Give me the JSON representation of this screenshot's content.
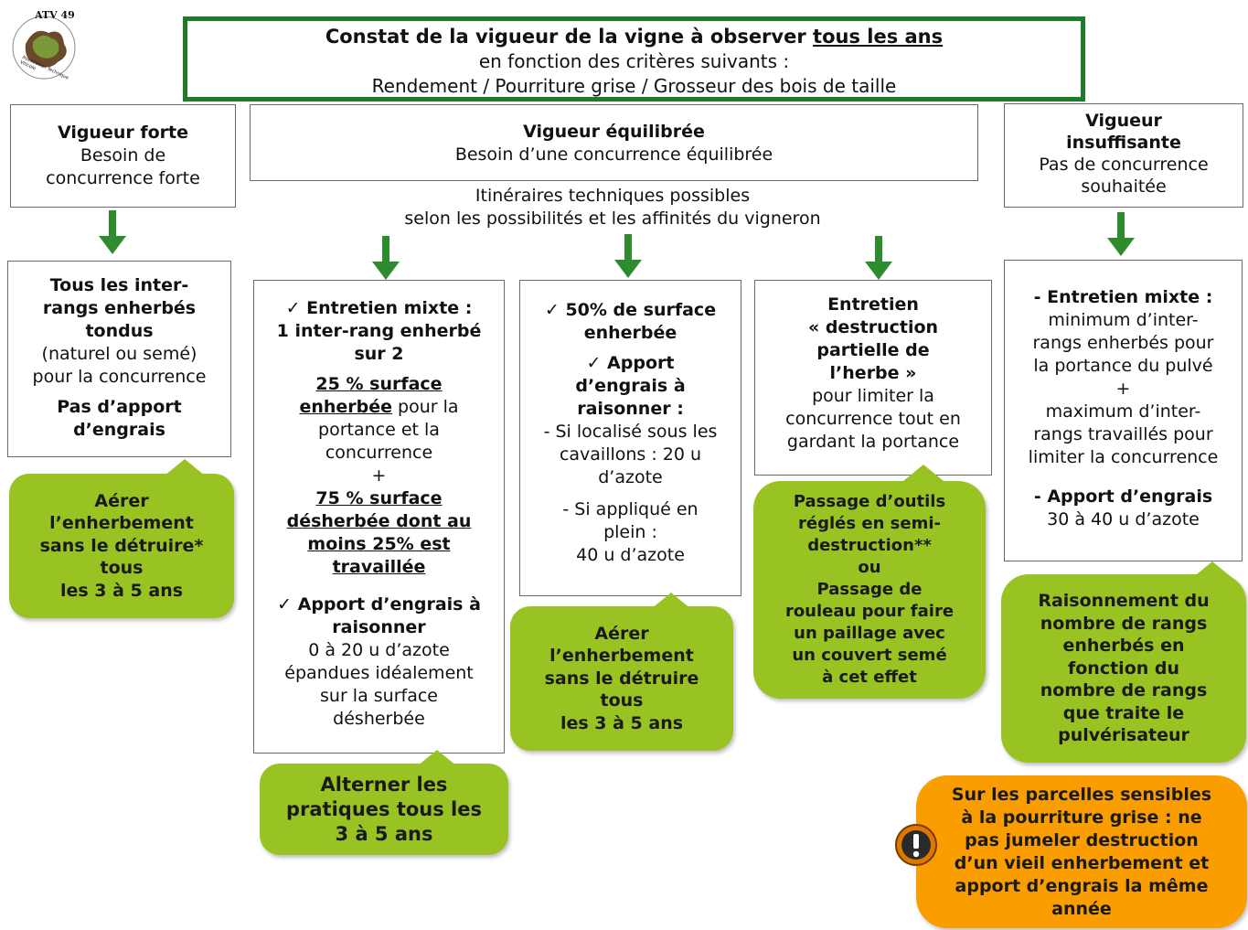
{
  "logo": {
    "text": "ATV 49",
    "subtext": "Association Technique Viticole"
  },
  "header": {
    "line1_part1": "Constat de la vigueur de la vigne à observer ",
    "line1_part2": "tous les ans",
    "line2": "en fonction des critères suivants :",
    "line3": "Rendement  / Pourriture grise / Grosseur des bois de taille"
  },
  "vigor": {
    "forte": {
      "title": "Vigueur forte",
      "line1": "Besoin de",
      "line2": "concurrence forte"
    },
    "equilibree": {
      "title": "Vigueur équilibrée",
      "line1": "Besoin d’une concurrence équilibrée"
    },
    "insuffisante": {
      "title1": "Vigueur",
      "title2": "insuffisante",
      "line1": "Pas de concurrence",
      "line2": "souhaitée"
    }
  },
  "itineraires": {
    "line1": "Itinéraires  techniques possibles",
    "line2": "selon les possibilités et les affinités du vigneron"
  },
  "col1": {
    "l1": "Tous les inter-",
    "l2": "rangs enherbés",
    "l3": "tondus",
    "l4": "(naturel ou semé)",
    "l5": "pour la concurrence",
    "l6": "Pas d’apport",
    "l7": "d’engrais",
    "bubble": {
      "l1": "Aérer",
      "l2": "l’enherbement",
      "l3": "sans le détruire*",
      "l4": "tous",
      "l5": "les 3 à 5 ans"
    }
  },
  "col2": {
    "l1": "✓  Entretien mixte :",
    "l2": "1 inter-rang enherbé",
    "l3": "sur 2",
    "l4a": "25 % surface",
    "l5a": "enherbée",
    "l5b": " pour la",
    "l6": "portance et la",
    "l7": "concurrence",
    "plus": "+",
    "l8": "75 % surface",
    "l9": "désherbée dont au",
    "l10": "moins 25% est",
    "l11": "travaillée",
    "l12": "✓ Apport d’engrais à",
    "l13": "raisonner",
    "l14": "0 à 20 u d’azote",
    "l15": "épandues idéalement",
    "l16": "sur la surface",
    "l17": "désherbée",
    "bubble": {
      "l1": "Alterner les",
      "l2": "pratiques tous les",
      "l3": "3 à 5 ans"
    }
  },
  "col3": {
    "l1": "✓ 50% de surface",
    "l2": "enherbée",
    "l3": "✓ Apport",
    "l4": "d’engrais à",
    "l5": "raisonner :",
    "l6": "- Si localisé sous les",
    "l7": "cavaillons : 20 u",
    "l8": "d’azote",
    "l9": "- Si appliqué en",
    "l10": "plein :",
    "l11": "40 u d’azote",
    "bubble": {
      "l1": "Aérer",
      "l2": "l’enherbement",
      "l3": "sans le détruire",
      "l4": "tous",
      "l5": "les 3 à 5 ans"
    }
  },
  "col4": {
    "l1": "Entretien",
    "l2": "« destruction",
    "l3": "partielle de",
    "l4": "l’herbe »",
    "l5": "pour limiter la",
    "l6": "concurrence tout en",
    "l7": "gardant la portance",
    "bubble": {
      "l1": "Passage d’outils",
      "l2": "réglés en semi-",
      "l3": "destruction**",
      "l4": "ou",
      "l5": "Passage de",
      "l6": "rouleau pour faire",
      "l7": "un paillage avec",
      "l8": "un couvert semé",
      "l9": "à cet effet"
    }
  },
  "col5": {
    "l1": "- Entretien mixte :",
    "l2": "minimum d’inter-",
    "l3": "rangs enherbés pour",
    "l4": "la portance du pulvé",
    "plus": "+",
    "l5": "maximum d’inter-",
    "l6": "rangs travaillés pour",
    "l7": "limiter la concurrence",
    "l8": "- Apport d’engrais",
    "l9": "30 à 40 u d’azote",
    "bubble": {
      "l1": "Raisonnement du",
      "l2": "nombre de rangs",
      "l3": "enherbés en",
      "l4": "fonction du",
      "l5": "nombre de rangs",
      "l6": "que traite le",
      "l7": "pulvérisateur"
    }
  },
  "warning": {
    "icon": "exclamation-icon",
    "l1": "Sur les parcelles sensibles",
    "l2": "à la pourriture grise : ne",
    "l3": "pas jumeler destruction",
    "l4": "d’un vieil enherbement et",
    "l5": "apport d’engrais la même",
    "l6": "année"
  },
  "colors": {
    "green_dark": "#1f7a2a",
    "arrow_green": "#2e8b2e",
    "bubble_green": "#99c322",
    "warning_orange": "#f99d00"
  }
}
